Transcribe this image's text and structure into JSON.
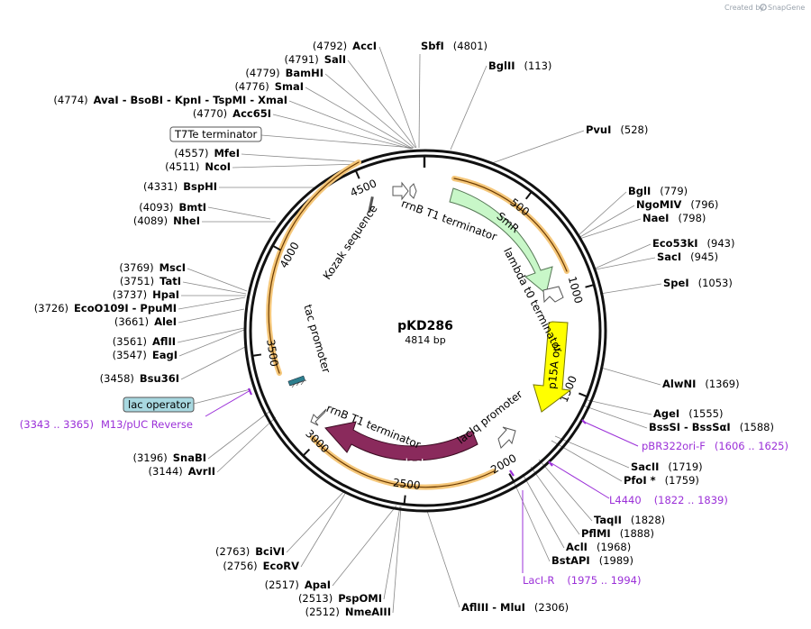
{
  "credit": {
    "text": "Created by",
    "brand": "SnapGene",
    "icon": "snapgene-logo-icon",
    "color": "#9aa3ad"
  },
  "plasmid": {
    "name": "pKD286",
    "length_label": "4814 bp",
    "length": 4814
  },
  "ticks": [
    {
      "bp": 500,
      "label": "500"
    },
    {
      "bp": 1000,
      "label": "1000"
    },
    {
      "bp": 1500,
      "label": "1500"
    },
    {
      "bp": 2000,
      "label": "2000"
    },
    {
      "bp": 2500,
      "label": "2500"
    },
    {
      "bp": 3000,
      "label": "3000"
    },
    {
      "bp": 3500,
      "label": "3500"
    },
    {
      "bp": 4000,
      "label": "4000"
    },
    {
      "bp": 4500,
      "label": "4500"
    }
  ],
  "colors": {
    "backbone": "#111111",
    "orf_outline": "#f5a623",
    "smr": "#c8f7c8",
    "p15a": "#ffff00",
    "laci": "#8a2a5c",
    "primer": "#9b30d8",
    "lac_operator": "#a8d8e0"
  },
  "sites": [
    {
      "id": "accI",
      "pos": "(4792)",
      "name": "AccI"
    },
    {
      "id": "sbfI",
      "pos": "(4801)",
      "name": "SbfI"
    },
    {
      "id": "salI",
      "pos": "(4791)",
      "name": "SalI"
    },
    {
      "id": "bglII",
      "pos": "(113)",
      "name": "BglII"
    },
    {
      "id": "bamHI",
      "pos": "(4779)",
      "name": "BamHI"
    },
    {
      "id": "smaI",
      "pos": "(4776)",
      "name": "SmaI"
    },
    {
      "id": "avaI-group",
      "pos": "(4774)",
      "name": "AvaI  - BsoBI  - KpnI  - TspMI  - XmaI"
    },
    {
      "id": "acc65I",
      "pos": "(4770)",
      "name": "Acc65I"
    },
    {
      "id": "pvuI",
      "pos": "(528)",
      "name": "PvuI"
    },
    {
      "id": "mfeI",
      "pos": "(4557)",
      "name": "MfeI"
    },
    {
      "id": "ncoI",
      "pos": "(4511)",
      "name": "NcoI"
    },
    {
      "id": "bspHI",
      "pos": "(4331)",
      "name": "BspHI"
    },
    {
      "id": "bglI",
      "pos": "(779)",
      "name": "BglI"
    },
    {
      "id": "ngoMIV",
      "pos": "(796)",
      "name": "NgoMIV"
    },
    {
      "id": "naeI",
      "pos": "(798)",
      "name": "NaeI"
    },
    {
      "id": "bmtI",
      "pos": "(4093)",
      "name": "BmtI"
    },
    {
      "id": "nheI",
      "pos": "(4089)",
      "name": "NheI"
    },
    {
      "id": "eco53kI",
      "pos": "(943)",
      "name": "Eco53kI"
    },
    {
      "id": "sacI",
      "pos": "(945)",
      "name": "SacI"
    },
    {
      "id": "speI",
      "pos": "(1053)",
      "name": "SpeI"
    },
    {
      "id": "mscI",
      "pos": "(3769)",
      "name": "MscI"
    },
    {
      "id": "tatI",
      "pos": "(3751)",
      "name": "TatI"
    },
    {
      "id": "hpaI",
      "pos": "(3737)",
      "name": "HpaI"
    },
    {
      "id": "eco0109I",
      "pos": "(3726)",
      "name": "EcoO109I  - PpuMI"
    },
    {
      "id": "aleI",
      "pos": "(3661)",
      "name": "AleI"
    },
    {
      "id": "aflII",
      "pos": "(3561)",
      "name": "AflII"
    },
    {
      "id": "eagI",
      "pos": "(3547)",
      "name": "EagI"
    },
    {
      "id": "bsu36I",
      "pos": "(3458)",
      "name": "Bsu36I"
    },
    {
      "id": "alwNI",
      "pos": "(1369)",
      "name": "AlwNI"
    },
    {
      "id": "ageI",
      "pos": "(1555)",
      "name": "AgeI"
    },
    {
      "id": "bssSI",
      "pos": "(1588)",
      "name": "BssSI  - BssSαI"
    },
    {
      "id": "sacII",
      "pos": "(1719)",
      "name": "SacII"
    },
    {
      "id": "pfoI",
      "pos": "(1759)",
      "name": "PfoI *"
    },
    {
      "id": "snaBI",
      "pos": "(3196)",
      "name": "SnaBI"
    },
    {
      "id": "avrII",
      "pos": "(3144)",
      "name": "AvrII"
    },
    {
      "id": "taqII",
      "pos": "(1828)",
      "name": "TaqII"
    },
    {
      "id": "pflMI",
      "pos": "(1888)",
      "name": "PflMI"
    },
    {
      "id": "aclI",
      "pos": "(1968)",
      "name": "AclI"
    },
    {
      "id": "bstAPI",
      "pos": "(1989)",
      "name": "BstAPI"
    },
    {
      "id": "bciVI",
      "pos": "(2763)",
      "name": "BciVI"
    },
    {
      "id": "ecoRV",
      "pos": "(2756)",
      "name": "EcoRV"
    },
    {
      "id": "apaI",
      "pos": "(2517)",
      "name": "ApaI"
    },
    {
      "id": "pspOMI",
      "pos": "(2513)",
      "name": "PspOMI"
    },
    {
      "id": "nmeAIII",
      "pos": "(2512)",
      "name": "NmeAIII"
    },
    {
      "id": "aflIII",
      "pos": "(2306)",
      "name": "AflIII  - MluI"
    }
  ],
  "primers": [
    {
      "id": "m13",
      "name": "M13/pUC Reverse",
      "range": "(3343 .. 3365)"
    },
    {
      "id": "pbr322",
      "name": "pBR322ori-F",
      "range": "(1606 .. 1625)"
    },
    {
      "id": "l4440",
      "name": "L4440",
      "range": "(1822 .. 1839)"
    },
    {
      "id": "laciR",
      "name": "LacI-R",
      "range": "(1975 .. 1994)"
    }
  ],
  "boxed_features": [
    {
      "id": "t7te",
      "name": "T7Te terminator"
    },
    {
      "id": "lacop",
      "name": "lac operator"
    }
  ],
  "features": {
    "smr": "SmR",
    "p15a": "p15A ori",
    "laci": "lacI",
    "rrnb_top": "rrnB T1 terminator",
    "lambda": "lambda t0 terminator",
    "laciq": "lacIq promoter",
    "rrnb_bottom": "rrnB T1 terminator",
    "tac": "tac promoter",
    "kozak": "Kozak sequence"
  }
}
